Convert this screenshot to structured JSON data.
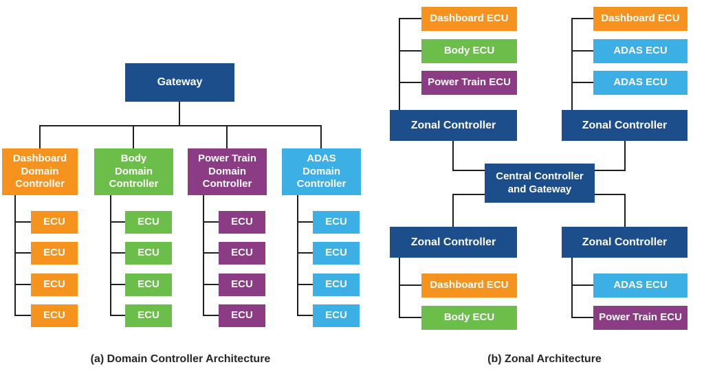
{
  "colors": {
    "dark_blue": "#1d4e8c",
    "orange": "#f6921e",
    "green": "#6cbe4b",
    "purple": "#8c3b85",
    "light_blue": "#3cafe4",
    "connector_line": "#1f1f1f",
    "caption_text": "#262626",
    "node_text": "#ffffff"
  },
  "diagram_a": {
    "caption": "(a) Domain Controller Architecture",
    "gateway_label": "Gateway",
    "ecu_label": "ECU",
    "ecus_per_domain": 4,
    "domains": [
      {
        "label": "Dashboard\nDomain\nController",
        "color": "orange"
      },
      {
        "label": "Body\nDomain\nController",
        "color": "green"
      },
      {
        "label": "Power Train\nDomain\nController",
        "color": "purple"
      },
      {
        "label": "ADAS\nDomain\nController",
        "color": "light_blue"
      }
    ]
  },
  "diagram_b": {
    "caption": "(b) Zonal Architecture",
    "zonal_controller_label": "Zonal Controller",
    "central_label": "Central Controller\nand Gateway",
    "zones": [
      {
        "position": "top-left",
        "ecus": [
          "Dashboard ECU",
          "Body ECU",
          "Power Train ECU"
        ]
      },
      {
        "position": "top-right",
        "ecus": [
          "Dashboard ECU",
          "ADAS ECU",
          "ADAS ECU"
        ]
      },
      {
        "position": "bottom-left",
        "ecus": [
          "Dashboard ECU",
          "Body ECU"
        ]
      },
      {
        "position": "bottom-right",
        "ecus": [
          "ADAS ECU",
          "Power Train ECU"
        ]
      }
    ]
  }
}
